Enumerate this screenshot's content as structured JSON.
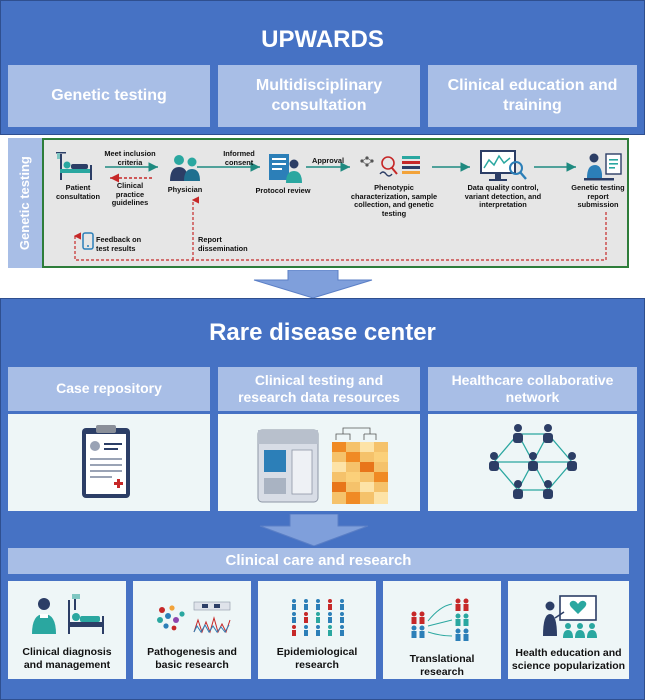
{
  "upwards": {
    "title": "UPWARDS",
    "pillars": [
      "Genetic testing",
      "Multidisciplinary consultation",
      "Clinical education and training"
    ]
  },
  "genetic_testing": {
    "side_label": "Genetic testing",
    "flow": {
      "patient": "Patient consultation",
      "meet_criteria": "Meet inclusion criteria",
      "guidelines": "Clinical practice guidelines",
      "physician": "Physician",
      "informed_consent": "Informed consent",
      "protocol": "Protocol review",
      "approval": "Approval",
      "phenotypic": "Phenotypic characterization, sample collection, and genetic testing",
      "data_quality": "Data quality control, variant detection, and interpretation",
      "report_submission": "Genetic testing report submission",
      "feedback": "Feedback on test results",
      "dissemination": "Report dissemination"
    }
  },
  "rare_disease": {
    "title": "Rare disease center",
    "resources": [
      "Case repository",
      "Clinical testing and research data resources",
      "Healthcare collaborative network"
    ],
    "care_title": "Clinical care and research",
    "care_items": [
      "Clinical diagnosis and management",
      "Pathogenesis and basic research",
      "Epidemiological research",
      "Translational research",
      "Health education and science popularization"
    ]
  },
  "colors": {
    "panel": "#4672c4",
    "pillar": "#a8bee6",
    "flow_bg": "#e6e6e6",
    "flow_border": "#2e7d3a",
    "teal_arrow": "#1f8a80",
    "red_dashed": "#c62828",
    "icon_navy": "#2c3e66",
    "icon_teal": "#2aa7a0"
  }
}
